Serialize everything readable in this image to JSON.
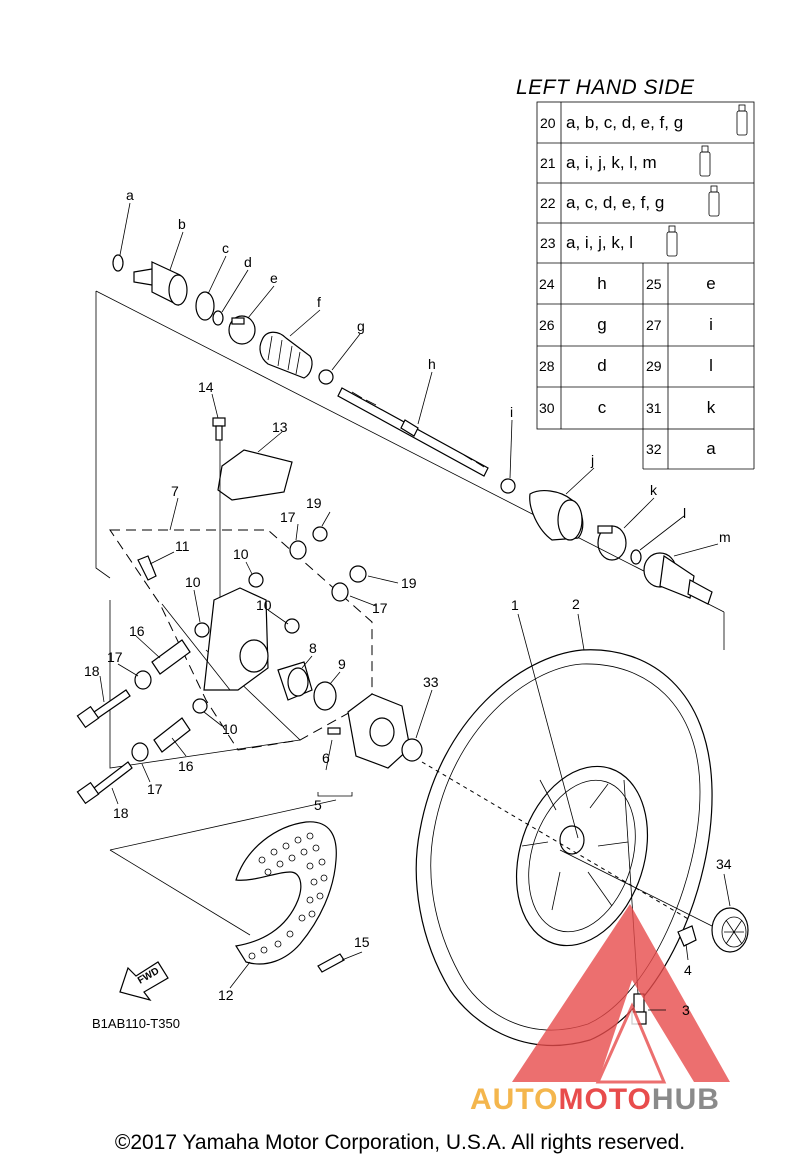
{
  "legend": {
    "title": "LEFT HAND SIDE",
    "kits": [
      {
        "num": "20",
        "parts": "a, b, c, d, e, f, g"
      },
      {
        "num": "21",
        "parts": "a, i, j, k, l, m"
      },
      {
        "num": "22",
        "parts": "a, c, d, e, f, g"
      },
      {
        "num": "23",
        "parts": "a, i, j, k, l"
      }
    ],
    "pairs": [
      {
        "num": "24",
        "letter": "h"
      },
      {
        "num": "25",
        "letter": "e"
      },
      {
        "num": "26",
        "letter": "g"
      },
      {
        "num": "27",
        "letter": "i"
      },
      {
        "num": "28",
        "letter": "d"
      },
      {
        "num": "29",
        "letter": "l"
      },
      {
        "num": "30",
        "letter": "c"
      },
      {
        "num": "31",
        "letter": "k"
      },
      {
        "num": "32",
        "letter": "a"
      }
    ]
  },
  "callouts": {
    "letters": [
      "a",
      "b",
      "c",
      "d",
      "e",
      "f",
      "g",
      "h",
      "i",
      "j",
      "k",
      "l",
      "m"
    ],
    "numbers": [
      "1",
      "2",
      "3",
      "4",
      "5",
      "6",
      "7",
      "8",
      "9",
      "10",
      "11",
      "12",
      "13",
      "14",
      "15",
      "16",
      "17",
      "18",
      "19",
      "33",
      "34"
    ]
  },
  "fwd_label": "FWD",
  "figure_code": "B1AB110-T350",
  "watermark": {
    "part1": "AUTO",
    "part2": "MOTO",
    "part3": "HUB"
  },
  "copyright": "©2017 Yamaha Motor Corporation, U.S.A. All rights reserved.",
  "colors": {
    "line": "#000000",
    "watermark_red": "#e84c4c",
    "watermark_yellow": "#f4b64d",
    "watermark_gray": "#8a8a8a"
  }
}
